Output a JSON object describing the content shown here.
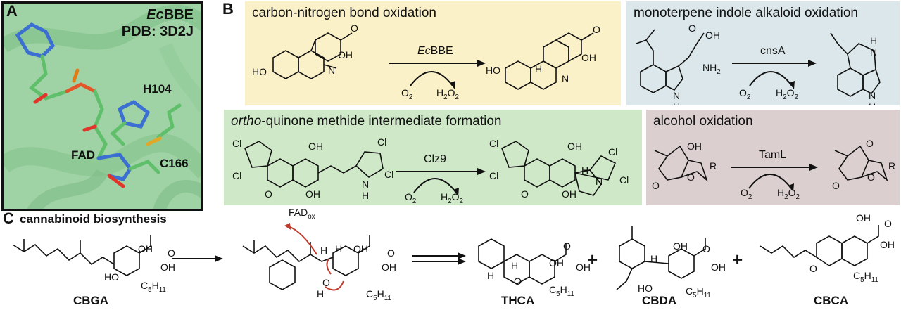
{
  "panel_a": {
    "letter": "A",
    "title_line1_italic": "Ec",
    "title_line1_rest": "BBE",
    "title_line2": "PDB: 3D2J",
    "label_h104": "H104",
    "label_fad": "FAD",
    "label_c166": "C166"
  },
  "panel_b": {
    "letter": "B",
    "box1": {
      "title": "carbon-nitrogen bond oxidation",
      "enzyme_italic": "Ec",
      "enzyme_rest": "BBE",
      "reagent_in": "O",
      "reagent_out": "H",
      "reagent_out2": "O"
    },
    "box2": {
      "title": "monoterpene indole alkaloid oxidation",
      "enzyme": "cnsA",
      "reagent_in": "O",
      "reagent_out": "H",
      "reagent_out2": "O"
    },
    "box3": {
      "title_italic": "ortho",
      "title_rest": "-quinone methide intermediate formation",
      "enzyme": "Clz9",
      "reagent_in": "O",
      "reagent_out": "H",
      "reagent_out2": "O"
    },
    "box4": {
      "title": "alcohol oxidation",
      "enzyme": "TamL",
      "reagent_in": "O",
      "reagent_out": "H",
      "reagent_out2": "O"
    }
  },
  "panel_c": {
    "letter": "C",
    "title": "cannabinoid biosynthesis",
    "compounds": [
      "CBGA",
      "THCA",
      "CBDA",
      "CBCA"
    ],
    "fad_label": "FAD",
    "fad_sub": "ox",
    "plus": "+"
  },
  "atoms": {
    "o": "O",
    "oh": "OH",
    "ho": "HO",
    "h": "H",
    "n": "N",
    "nh": "NH",
    "nh2": "NH",
    "cl": "Cl",
    "r": "R",
    "c5h11": "C"
  },
  "colors": {
    "yellow": "#fbf1c8",
    "blue": "#dbe7ea",
    "green": "#cfe9c8",
    "mauve": "#dccfcf",
    "protein": "#9fd2a4",
    "arrow_red": "#c0392b"
  }
}
